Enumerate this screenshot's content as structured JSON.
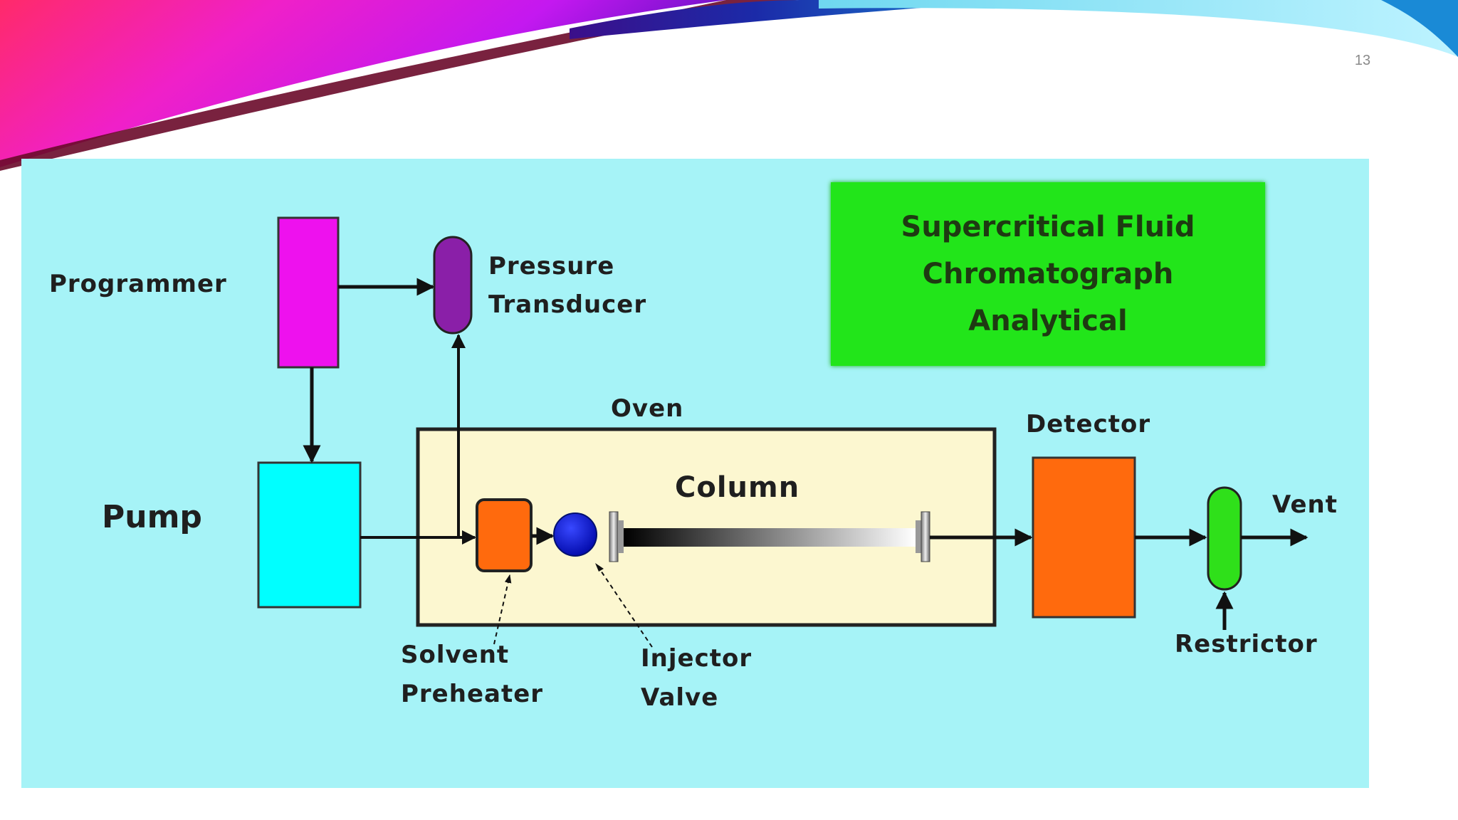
{
  "slide": {
    "number": "13"
  },
  "title_box": {
    "lines": [
      "Supercritical Fluid",
      "Chromatograph",
      "Analytical"
    ]
  },
  "labels": {
    "programmer": "Programmer",
    "pressure_transducer": [
      "Pressure",
      "Transducer"
    ],
    "pump": "Pump",
    "oven": "Oven",
    "column": "Column",
    "detector": "Detector",
    "vent": "Vent",
    "solvent_preheater": [
      "Solvent",
      "Preheater"
    ],
    "injector_valve": [
      "Injector",
      "Valve"
    ],
    "restrictor": "Restrictor"
  },
  "colors": {
    "background": "#a6f3f7",
    "programmer": "#ee11ee",
    "pressure_transducer": "#8a1fa8",
    "pump": "#00ffff",
    "oven": "#fcf7d0",
    "solvent_preheater": "#ff6a0d",
    "injector_valve": "#0a14e6",
    "detector": "#ff6a0d",
    "restrictor": "#2fe01a",
    "title_box": "#22e51a"
  }
}
